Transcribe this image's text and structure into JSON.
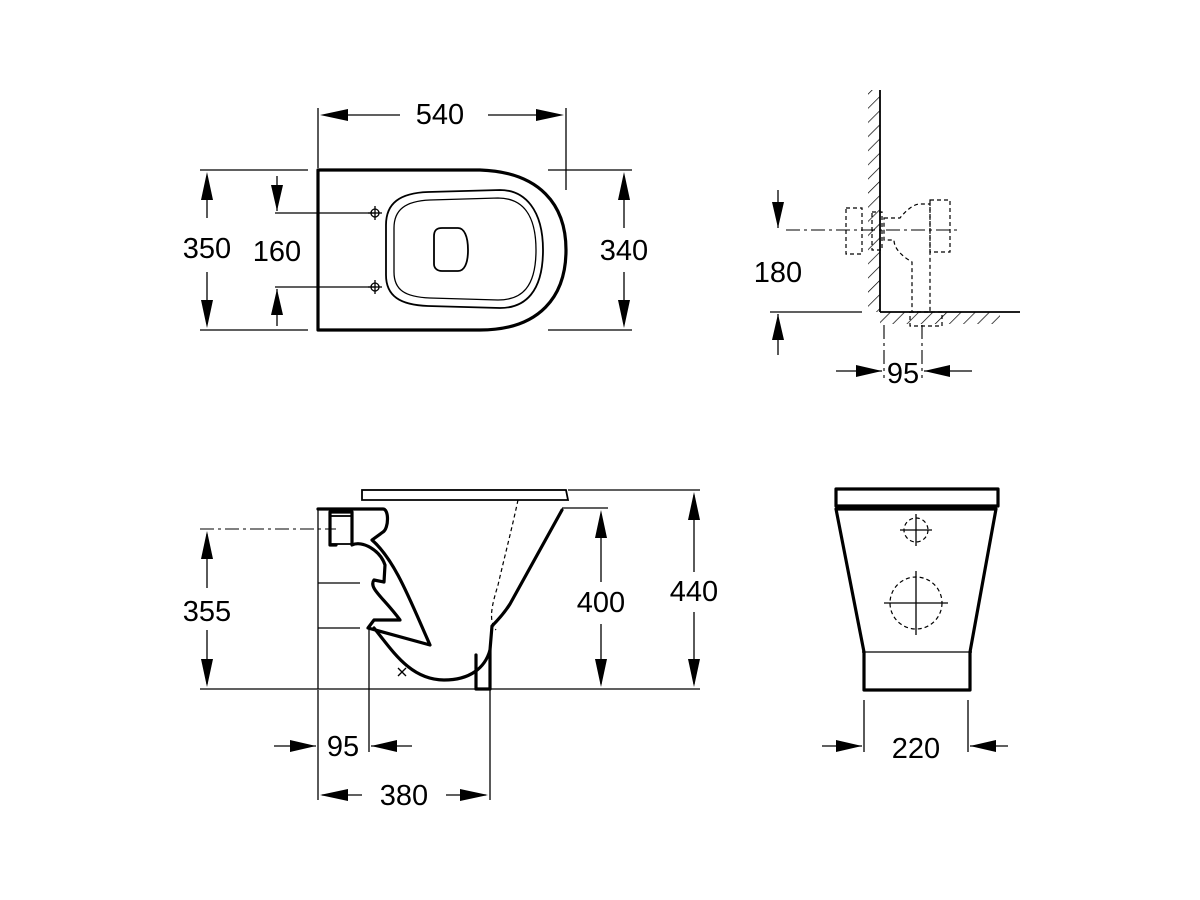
{
  "dimensions": {
    "top_view": {
      "length": "540",
      "width_total": "350",
      "fixing_spacing": "160",
      "width_body": "340"
    },
    "wall_section": {
      "outlet_height": "180",
      "outlet_offset": "95"
    },
    "side_view": {
      "inlet_height": "355",
      "rim_height": "400",
      "seat_height": "440",
      "outlet_depth": "95",
      "base_depth": "380"
    },
    "rear_view": {
      "base_width": "220"
    }
  }
}
